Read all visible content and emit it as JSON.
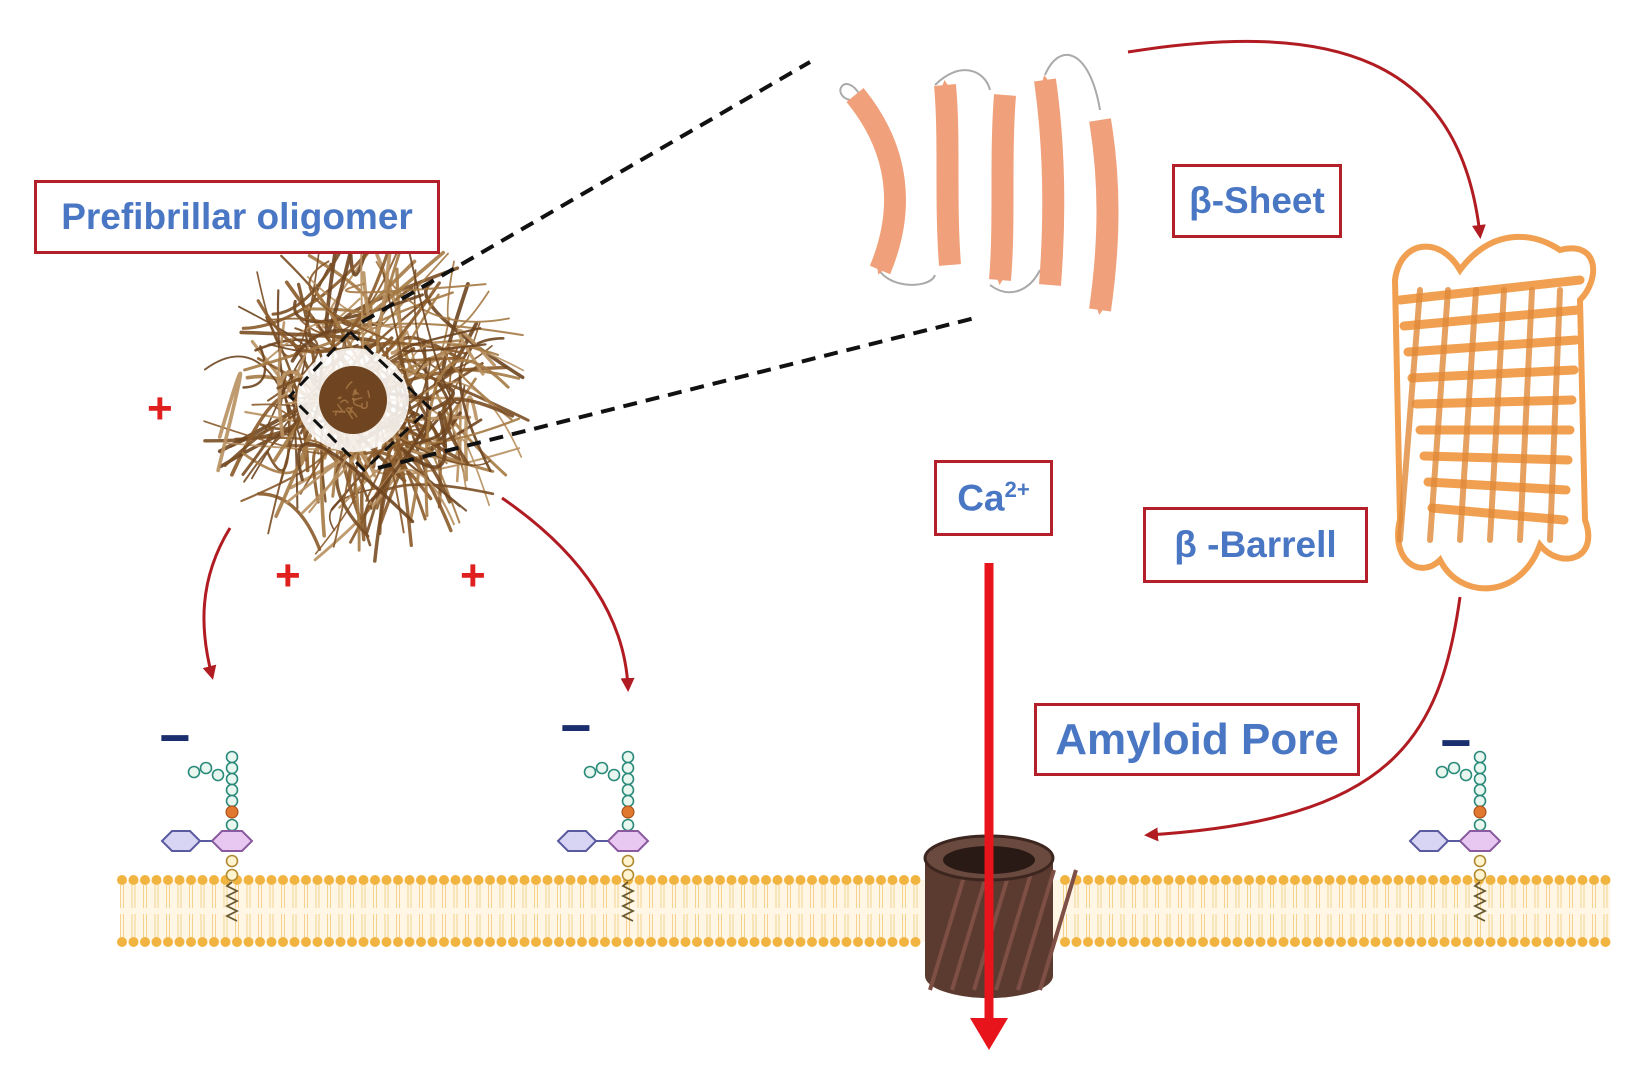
{
  "labels": {
    "oligomer": "Prefibrillar oligomer",
    "sheet": "β-Sheet",
    "barrel": "β -Barrell",
    "pore": "Amyloid Pore",
    "ion_base": "Ca",
    "ion_charge": "2+"
  },
  "charges": {
    "positive": "+",
    "negative": "−"
  },
  "colors": {
    "label_text": "#4a77c4",
    "label_border": "#b3202a",
    "arrow": "#b01c22",
    "calcium_arrow": "#e8141b",
    "membrane": "#f2b440",
    "oligomer_fibrils": "#8a5a2a",
    "sheet_strands": "#f0a07a",
    "barrel": "#f0a050",
    "pore": "#5a3a30",
    "plus_sign": "#e0201e",
    "minus_sign": "#1b2f6e"
  }
}
